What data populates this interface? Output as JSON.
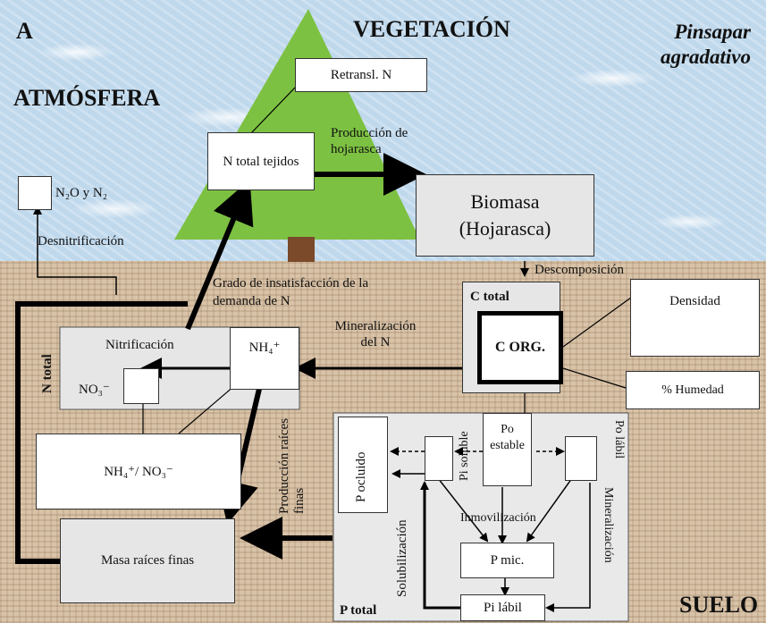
{
  "corner_letter": "A",
  "zones": {
    "vegetation": "VEGETACIÓN",
    "atmosphere": "ATMÓSFERA",
    "soil": "SUELO"
  },
  "subtitle": {
    "line1": "Pinsapar",
    "line2": "agradativo"
  },
  "boxes": {
    "retransl": "Retransl. N",
    "n_total_tejidos": "N total tejidos",
    "biomasa": "Biomasa (Hojarasca)",
    "n2o": "N₂O y N₂",
    "densidad": "Densidad",
    "humedad": "% Humedad",
    "c_org": "C ORG.",
    "c_total": "C total",
    "n_total": "N total",
    "nitrificacion": "Nitrificación",
    "nh4": "NH₄⁺",
    "no3": "NO₃⁻",
    "nh4_no3": "NH₄⁺/ NO₃⁻",
    "masa_raices": "Masa raíces finas",
    "p_ocluido": "P ocluido",
    "pi_soluble": "Pi soluble",
    "po_estable": "Po estable",
    "po_labil": "Po lábil",
    "p_mic": "P mic.",
    "pi_labil": "Pi lábil",
    "p_total": "P total"
  },
  "labels": {
    "produccion_hojarasca": "Producción de hojarasca",
    "desnitrificacion": "Desnitrificación",
    "descomposicion": "Descomposición",
    "grado": "Grado de insatisfacción de la demanda de N",
    "mineralizacion_n": "Mineralización del N",
    "produccion_raices": "Producción raíces finas",
    "solubilizacion": "Solubilización",
    "inmovilizacion": "Inmovilización",
    "mineralizacion": "Mineralización"
  },
  "colors": {
    "sky": "#bfd8ec",
    "soil": "#d9c3a8",
    "tree": "#7dc142",
    "trunk": "#7a4a2a",
    "arrow": "#000000"
  }
}
